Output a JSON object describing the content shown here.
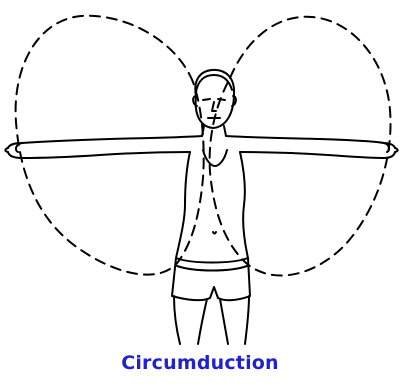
{
  "caption": {
    "text": "Circumduction",
    "color": "#2222cc"
  },
  "figure": {
    "subject": "standing-person-with-outstretched-arms",
    "motion_paths": "dashed-circumduction-loops",
    "line_color": "#000000",
    "background": "#ffffff"
  }
}
